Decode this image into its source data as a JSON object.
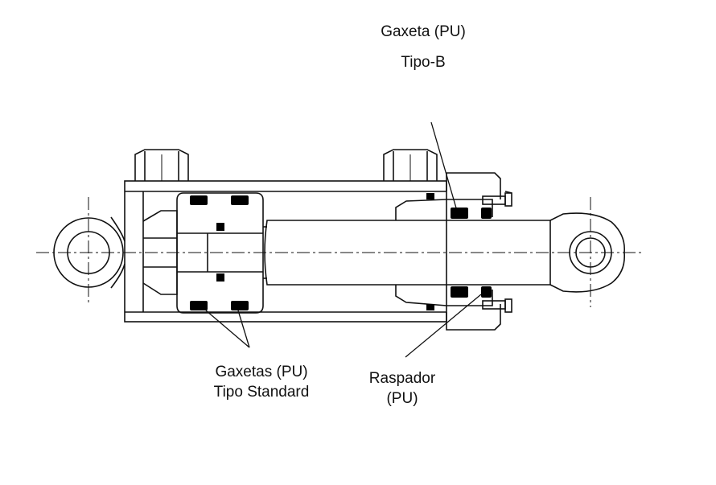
{
  "labels": {
    "gaxeta_b": {
      "line1": "Gaxeta (PU)",
      "line2": "Tipo-B"
    },
    "gaxetas_standard": {
      "line1": "Gaxetas (PU)",
      "line2": "Tipo Standard"
    },
    "raspador": {
      "line1": "Raspador",
      "line2": "(PU)"
    }
  },
  "colors": {
    "stroke": "#111111",
    "seal": "#000000",
    "background": "#ffffff"
  }
}
